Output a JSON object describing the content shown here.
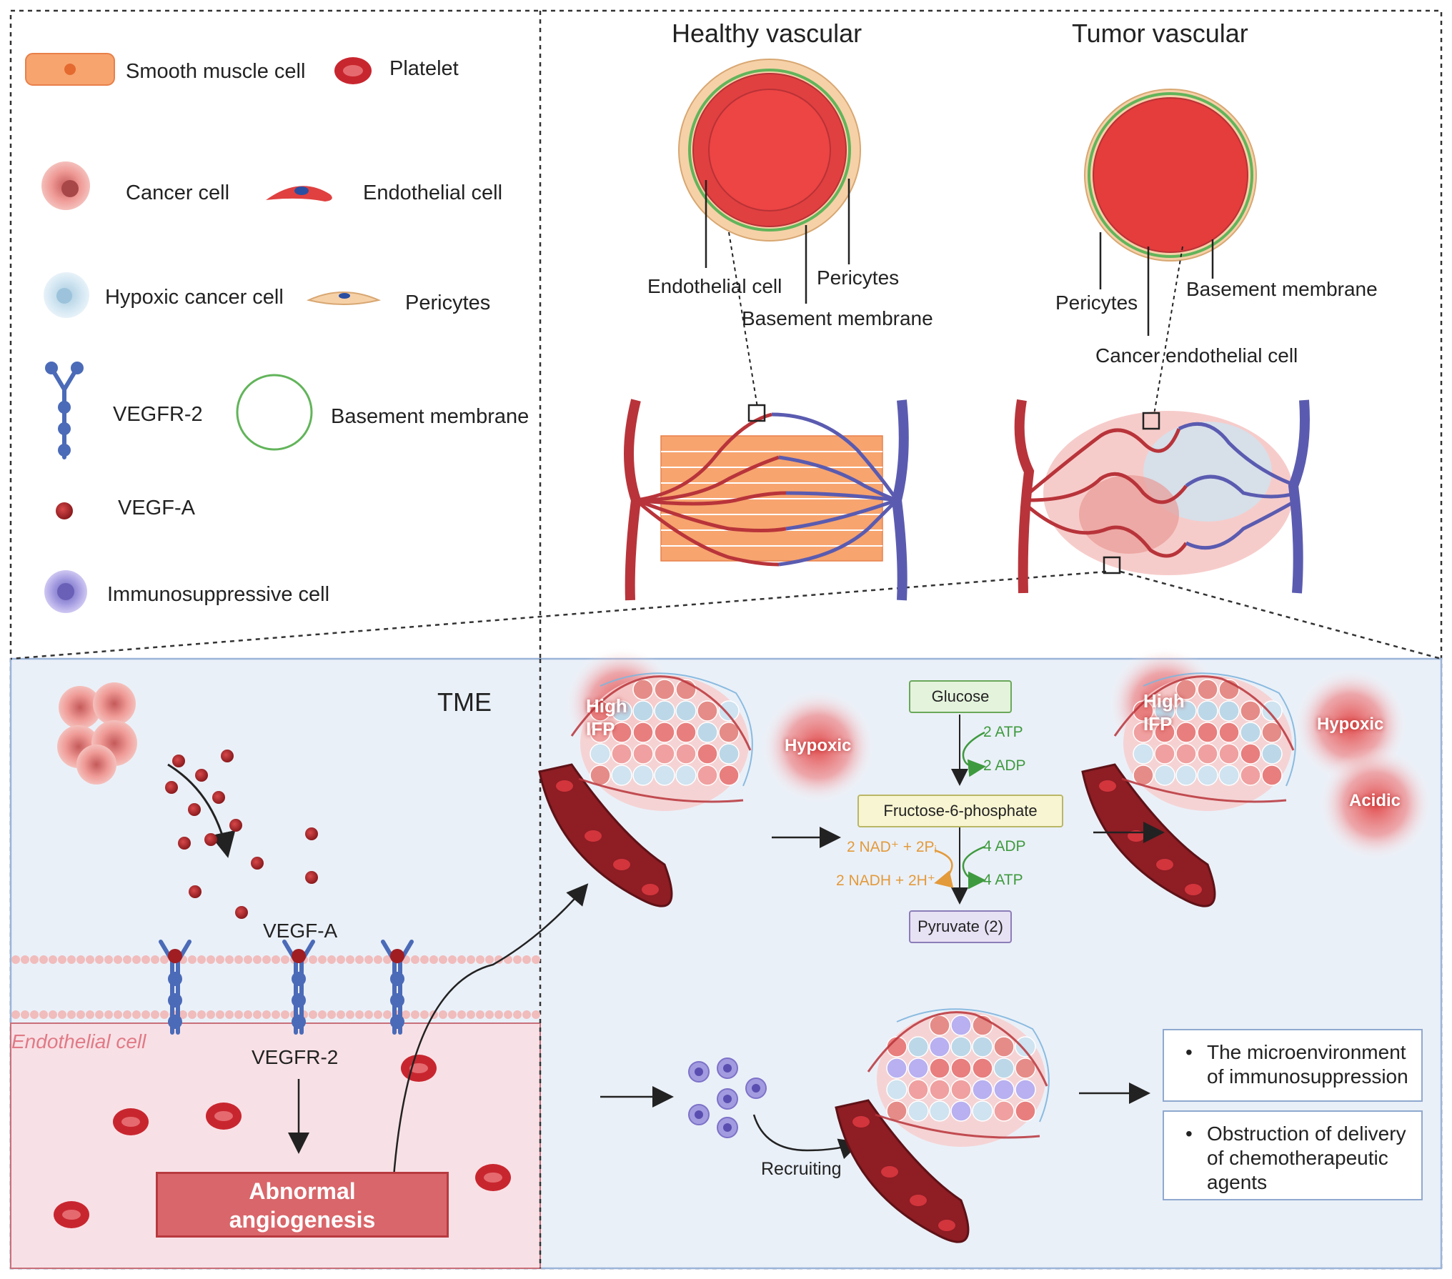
{
  "legend": {
    "smooth_muscle_cell": "Smooth muscle cell",
    "platelet": "Platelet",
    "cancer_cell": "Cancer  cell",
    "endothelial_cell": "Endothelial cell",
    "hypoxic_cancer_cell": "Hypoxic cancer  cell",
    "pericytes": "Pericytes",
    "vegfr2": "VEGFR-2",
    "basement_membrane": "Basement membrane",
    "vegfa": "VEGF-A",
    "immunosuppressive_cell": "Immunosuppressive cell"
  },
  "healthy": {
    "title": "Healthy vascular",
    "endothelial_cell": "Endothelial cell",
    "pericytes": "Pericytes",
    "basement_membrane": "Basement membrane"
  },
  "tumor": {
    "title": "Tumor vascular",
    "pericytes": "Pericytes",
    "basement_membrane": "Basement membrane",
    "cancer_endothelial_cell": "Cancer endothelial cell"
  },
  "tme": {
    "label": "TME",
    "vegfa": "VEGF-A",
    "endothelial_cell": "Endothelial cell",
    "vegfr2": "VEGFR-2",
    "abnormal_line1": "Abnormal",
    "abnormal_line2": "angiogenesis"
  },
  "tumor_conditions": {
    "high": "High",
    "ifp": "IFP",
    "hypoxic": "Hypoxic",
    "high2": "High",
    "ifp2": "IFP",
    "hypoxic2": "Hypoxic",
    "acidic": "Acidic"
  },
  "glycolysis": {
    "glucose": "Glucose",
    "atp_in": "2 ATP",
    "adp_out": "2 ADP",
    "f6p": "Fructose-6-phosphate",
    "nad": "2 NAD⁺ + 2Pᵢ",
    "nadh": "2 NADH + 2H⁺",
    "adp_in": "4 ADP",
    "atp_out": "4 ATP",
    "pyruvate": "Pyruvate (2)"
  },
  "immune": {
    "recruiting": "Recruiting"
  },
  "outcomes": {
    "item1_line1": "The microenvironment",
    "item1_line2": "of immunosuppression",
    "item2_line1": "Obstruction of delivery",
    "item2_line2": "of chemotherapeutic",
    "item2_line3": "agents"
  },
  "colors": {
    "artery": "#b8343a",
    "vein": "#5a5bb0",
    "tme_bg": "#eaf0f8",
    "endothelial_bg": "#f8e1e6",
    "vegfr": "#4b6bb8"
  }
}
